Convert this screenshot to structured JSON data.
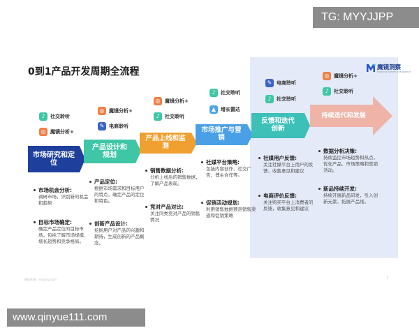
{
  "watermarks": {
    "top_right": "TG: MYYJJPP",
    "bottom_left": "www.qinyue111.com"
  },
  "title": "0到1产品开发周期全流程",
  "brand": {
    "name": "魔镜洞察",
    "subtitle": "Moojing Market Intelligence"
  },
  "colors": {
    "stage1": "#1f3f9c",
    "stage2": "#3fc6a6",
    "stage3": "#f0a030",
    "stage4": "#4aa0e6",
    "stage5": "#3cc0b8",
    "stage6": "#f1a99a",
    "panel": "#e4eaf8"
  },
  "stages": [
    {
      "label": "市场研究和定位"
    },
    {
      "label": "产品设计和规划"
    },
    {
      "label": "产品上线和监测"
    },
    {
      "label": "市场推广与营销"
    },
    {
      "label": "反馈和迭代创新"
    },
    {
      "label": "持续迭代和发展"
    }
  ],
  "tags": [
    {
      "icon": "social-listening-icon",
      "label": "社交聆听"
    },
    {
      "icon": "magic-analysis-icon",
      "label": "魔镜分析+"
    },
    {
      "icon": "magic-analysis-icon",
      "label": "魔镜分析+"
    },
    {
      "icon": "ecommerce-listening-icon",
      "label": "电商聆听"
    },
    {
      "icon": "magic-analysis-icon",
      "label": "魔镜分析+"
    },
    {
      "icon": "social-listening-icon",
      "label": "社交聆听"
    },
    {
      "icon": "social-listening-icon",
      "label": "社交聆听"
    },
    {
      "icon": "growth-radar-icon",
      "label": "增长雷达"
    },
    {
      "icon": "ecommerce-listening-icon",
      "label": "电商聆听"
    },
    {
      "icon": "social-listening-icon",
      "label": "社交聆听"
    },
    {
      "icon": "magic-analysis-icon",
      "label": "魔镜分析+"
    },
    {
      "icon": "social-listening-icon",
      "label": "社交聆听"
    }
  ],
  "bullets": [
    {
      "head": "市场机会分析:",
      "desc": "调研市场，识别新的机会和趋势"
    },
    {
      "head": "目标市场确定:",
      "desc": "确定产品定位的目标市场，包括了解市场规模、增长趋势和竞争格局。"
    },
    {
      "head": "产品定位:",
      "desc": "根据市场需求和目标用户的特点，确定产品的定位和特色。"
    },
    {
      "head": "创新产品设计:",
      "desc": "挖掘用户对产品的兴趣和期待，生成创新的产品概念。"
    },
    {
      "head": "销售数据分析:",
      "desc": "分析上线后的销售数据，了解产品表现。"
    },
    {
      "head": "竞对产品对比:",
      "desc": "关注同类竞对产品的销售情况"
    },
    {
      "head": "社媒平台策略:",
      "desc": "包括内容创作、社交广告、博主合作等。"
    },
    {
      "head": "促销活动规划:",
      "desc": "利用销售数据预测销售渠道和促销策略"
    },
    {
      "head": "社媒用户反馈:",
      "desc": "关注社媒平台上用户的反馈，收集意见和建议"
    },
    {
      "head": "电商评价反馈:",
      "desc": "关注购买平台上消费者的反馈，收集意见和建议"
    },
    {
      "head": "数据分析决策:",
      "desc": "持续监控市场趋势和热点，优化产品、市场策略和营销活动。"
    },
    {
      "head": "新品持续开发:",
      "desc": "持续开展新品研发，引入创新元素、拓展产品线。"
    }
  ],
  "footnote": "数据来源：moojing.com",
  "page_number": "7"
}
